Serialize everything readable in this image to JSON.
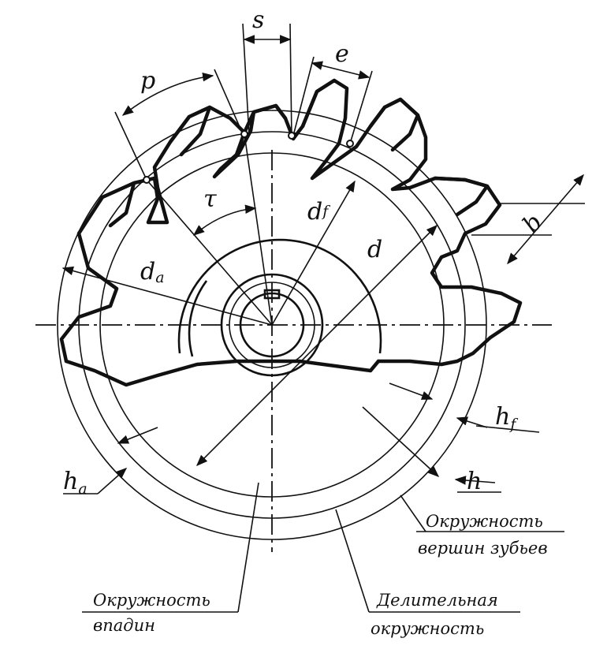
{
  "diagram": {
    "labels": {
      "s": "s",
      "e": "e",
      "p": "p",
      "tau": "τ",
      "df_main": "d",
      "df_sub": "f",
      "d": "d",
      "da_main": "d",
      "da_sub": "a",
      "b": "b",
      "hf_main": "h",
      "hf_sub": "f",
      "h": "h",
      "ha_main": "h",
      "ha_sub": "a"
    },
    "captions": {
      "tip_circle_line1": "Окружность",
      "tip_circle_line2": "вершин зубьев",
      "root_circle_line1": "Окружность",
      "root_circle_line2": "впадин",
      "pitch_circle_line1": "Делительная",
      "pitch_circle_line2": "окружность"
    }
  }
}
